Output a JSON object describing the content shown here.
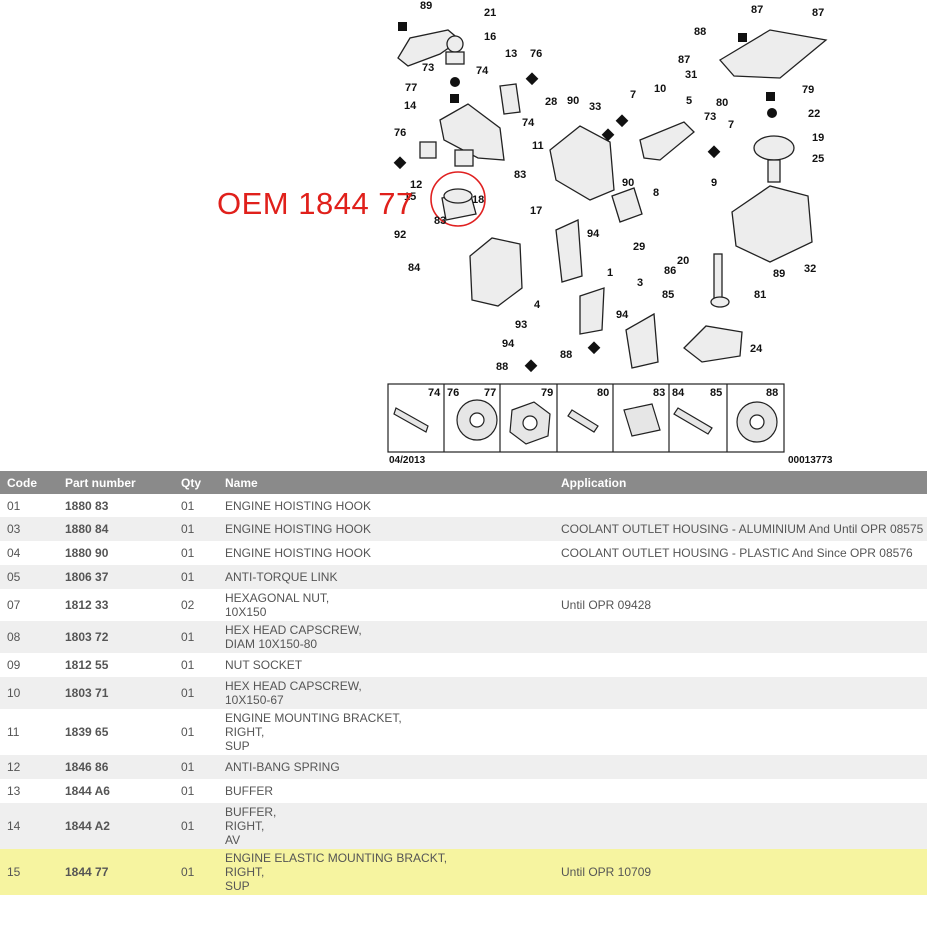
{
  "diagram": {
    "oem_label": "OEM 1844 77",
    "date_code": "04/2013",
    "drawing_ref": "00013773",
    "callouts": [
      "89",
      "21",
      "16",
      "13",
      "76",
      "73",
      "74",
      "77",
      "14",
      "74",
      "76",
      "11",
      "12",
      "15",
      "18",
      "83",
      "92",
      "84",
      "17",
      "83",
      "28",
      "90",
      "33",
      "7",
      "10",
      "5",
      "73",
      "7",
      "90",
      "8",
      "9",
      "29",
      "94",
      "4",
      "1",
      "3",
      "93",
      "94",
      "88",
      "88",
      "94",
      "87",
      "87",
      "88",
      "87",
      "31",
      "80",
      "79",
      "22",
      "19",
      "25",
      "20",
      "86",
      "89",
      "32",
      "85",
      "81",
      "24"
    ],
    "legend": [
      "74",
      "76",
      "77",
      "79",
      "80",
      "83",
      "84",
      "85",
      "88"
    ]
  },
  "table": {
    "headers": [
      "Code",
      "Part number",
      "Qty",
      "Name",
      "Application"
    ],
    "rows": [
      {
        "code": "01",
        "part": "1880 83",
        "qty": "01",
        "name": [
          "ENGINE HOISTING HOOK"
        ],
        "app": ""
      },
      {
        "code": "03",
        "part": "1880 84",
        "qty": "01",
        "name": [
          "ENGINE HOISTING HOOK"
        ],
        "app": "COOLANT OUTLET HOUSING - ALUMINIUM And Until OPR 08575"
      },
      {
        "code": "04",
        "part": "1880 90",
        "qty": "01",
        "name": [
          "ENGINE HOISTING HOOK"
        ],
        "app": "COOLANT OUTLET HOUSING - PLASTIC And Since OPR 08576"
      },
      {
        "code": "05",
        "part": "1806 37",
        "qty": "01",
        "name": [
          "ANTI-TORQUE LINK"
        ],
        "app": ""
      },
      {
        "code": "07",
        "part": "1812 33",
        "qty": "02",
        "name": [
          "HEXAGONAL NUT,",
          "10X150"
        ],
        "app": "Until OPR 09428"
      },
      {
        "code": "08",
        "part": "1803 72",
        "qty": "01",
        "name": [
          "HEX HEAD CAPSCREW,",
          "DIAM 10X150-80"
        ],
        "app": ""
      },
      {
        "code": "09",
        "part": "1812 55",
        "qty": "01",
        "name": [
          "NUT SOCKET"
        ],
        "app": ""
      },
      {
        "code": "10",
        "part": "1803 71",
        "qty": "01",
        "name": [
          "HEX HEAD CAPSCREW,",
          "10X150-67"
        ],
        "app": ""
      },
      {
        "code": "11",
        "part": "1839 65",
        "qty": "01",
        "name": [
          "ENGINE MOUNTING BRACKET,",
          "RIGHT,",
          "SUP"
        ],
        "app": ""
      },
      {
        "code": "12",
        "part": "1846 86",
        "qty": "01",
        "name": [
          "ANTI-BANG SPRING"
        ],
        "app": ""
      },
      {
        "code": "13",
        "part": "1844 A6",
        "qty": "01",
        "name": [
          "BUFFER"
        ],
        "app": ""
      },
      {
        "code": "14",
        "part": "1844 A2",
        "qty": "01",
        "name": [
          "BUFFER,",
          "RIGHT,",
          "AV"
        ],
        "app": ""
      },
      {
        "code": "15",
        "part": "1844 77",
        "qty": "01",
        "name": [
          "ENGINE ELASTIC MOUNTING BRACKT,",
          "RIGHT,",
          "SUP"
        ],
        "app": "Until OPR 10709",
        "highlight": true
      }
    ]
  }
}
